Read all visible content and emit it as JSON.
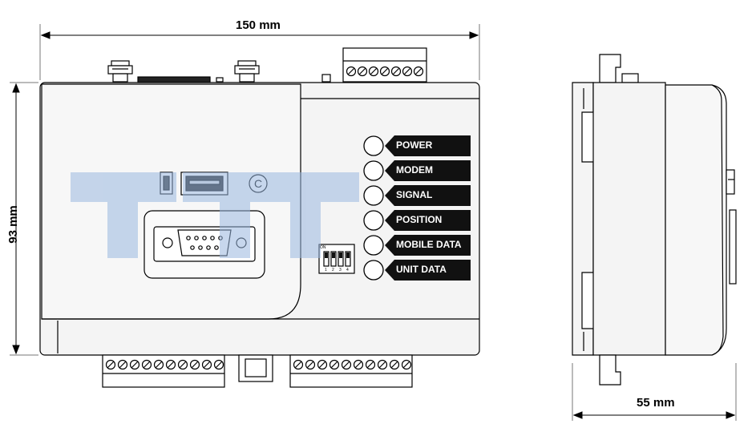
{
  "dimensions": {
    "width": "150 mm",
    "height": "93 mm",
    "depth": "55 mm"
  },
  "leds": [
    {
      "label": "POWER"
    },
    {
      "label": "MODEM"
    },
    {
      "label": "SIGNAL"
    },
    {
      "label": "POSITION"
    },
    {
      "label": "MOBILE DATA"
    },
    {
      "label": "UNIT DATA"
    }
  ],
  "dip_switch": {
    "label": "ON",
    "numbers": [
      "1",
      "2",
      "3",
      "4"
    ]
  },
  "button_symbol": "C",
  "watermark_text": "TTT",
  "colors": {
    "line": "#000000",
    "body_fill": "#f4f4f4",
    "label_band": "#111111",
    "watermark": "#9ab8e0"
  }
}
